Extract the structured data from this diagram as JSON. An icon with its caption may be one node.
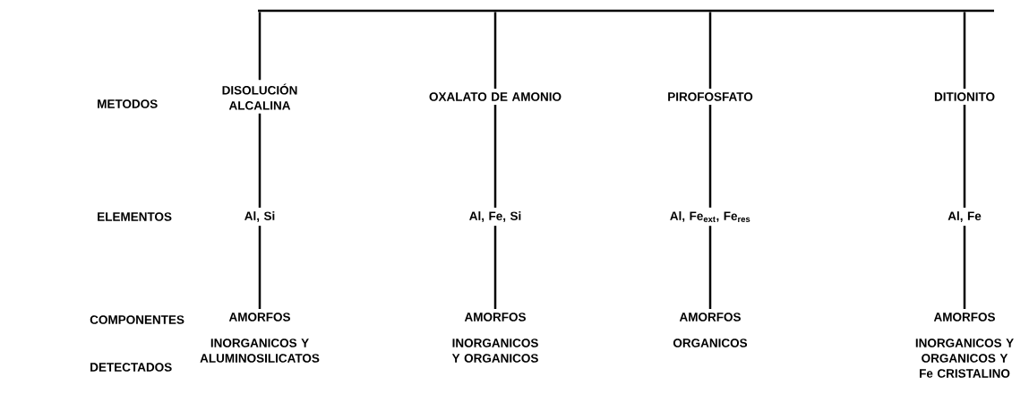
{
  "diagram": {
    "nodes": [
      {
        "text": [],
        "shape": "bar"
      },
      {
        "text": [
          "DISOLUCIÓN ALCALINA"
        ]
      },
      {
        "text": [
          "OXALATO DE AMONIO"
        ]
      },
      {
        "text": [
          "PIROFOSFATO"
        ]
      },
      {
        "text": [
          "DITIONITO"
        ]
      },
      {
        "text": [
          "Al, Si"
        ]
      },
      {
        "text": [
          "Al, Fe, Si"
        ]
      },
      {
        "text": [
          "Al, Fe$_{ext}$, Fe$_{res}$"
        ]
      },
      {
        "text": [
          "Al, Fe"
        ]
      },
      {
        "text": [
          "AMORFOS",
          "INORGANICOS Y ALUMINOSILICATOS"
        ]
      },
      {
        "text": [
          "AMORFOS",
          "INORGANICOS Y ORGANICOS"
        ]
      },
      {
        "text": [
          "AMORFOS",
          "ORGANICOS"
        ]
      },
      {
        "text": [
          "AMORFOS",
          "INORGANICOS Y ORGANICOS Y Fe CRISTALINO"
        ]
      }
    ],
    "edges": [
      {
        "from": 0,
        "to": 1,
        "arrow": "none"
      },
      {
        "from": 0,
        "to": 2,
        "arrow": "none"
      },
      {
        "from": 0,
        "to": 3,
        "arrow": "none"
      },
      {
        "from": 0,
        "to": 4,
        "arrow": "none"
      },
      {
        "from": 1,
        "to": 5,
        "arrow": "none"
      },
      {
        "from": 2,
        "to": 6,
        "arrow": "none"
      },
      {
        "from": 3,
        "to": 7,
        "arrow": "none"
      },
      {
        "from": 4,
        "to": 8,
        "arrow": "none"
      },
      {
        "from": 5,
        "to": 9,
        "arrow": "none"
      },
      {
        "from": 6,
        "to": 10,
        "arrow": "none"
      },
      {
        "from": 7,
        "to": 11,
        "arrow": "none"
      },
      {
        "from": 8,
        "to": 12,
        "arrow": "none"
      }
    ],
    "labels": [
      "METODOS",
      "ELEMENTOS",
      "COMPONENTES",
      "DETECTADOS"
    ]
  }
}
